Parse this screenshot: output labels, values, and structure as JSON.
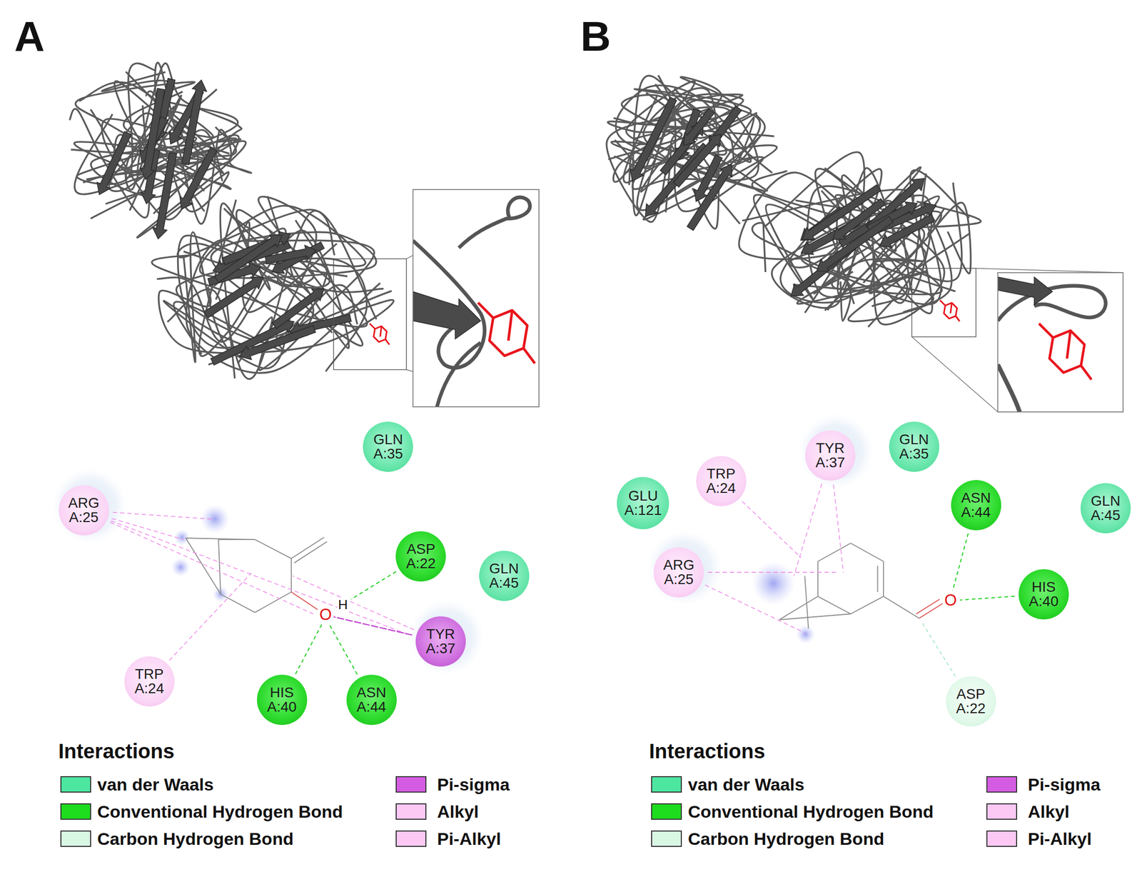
{
  "diagram": {
    "nodes": [
      {
        "text": [
          "GLN A:35"
        ]
      },
      {
        "text": [
          "ARG A:25"
        ]
      },
      {
        "text": [
          "ASP A:22"
        ]
      },
      {
        "text": [
          "GLN A:45"
        ]
      },
      {
        "text": [
          "TYR A:37"
        ]
      },
      {
        "text": [
          "TRP A:24"
        ]
      },
      {
        "text": [
          "HIS A:40"
        ]
      },
      {
        "text": [
          "ASN A:44"
        ]
      },
      {
        "text": [
          "TYR A:37"
        ]
      },
      {
        "text": [
          "GLN A:35"
        ]
      },
      {
        "text": [
          "TRP A:24"
        ]
      },
      {
        "text": [
          "GLU A:121"
        ]
      },
      {
        "text": [
          "ASN A:44"
        ]
      },
      {
        "text": [
          "GLN A:45"
        ]
      },
      {
        "text": [
          "ARG A:25"
        ]
      },
      {
        "text": [
          "HIS A:40"
        ]
      },
      {
        "text": [
          "ASP A:22"
        ]
      }
    ],
    "labels": [
      "A",
      "B",
      "O",
      "H",
      "Interactions",
      "O",
      "Interactions"
    ],
    "legend": [
      {
        "text": "van der Waals",
        "color": "#4de6a0"
      },
      {
        "text": "Conventional Hydrogen Bond",
        "color": "#1edc1e"
      },
      {
        "text": "Carbon Hydrogen Bond",
        "color": "#d8f8e4"
      },
      {
        "text": "Pi-sigma",
        "color": "#d45ce2"
      },
      {
        "text": "Alkyl",
        "color": "#fcc8f4"
      },
      {
        "text": "Pi-Alkyl",
        "color": "#fcc8f4"
      },
      {
        "text": "van der Waals",
        "color": "#4de6a0"
      },
      {
        "text": "Conventional Hydrogen Bond",
        "color": "#1edc1e"
      },
      {
        "text": "Carbon Hydrogen Bond",
        "color": "#d8f8e4"
      },
      {
        "text": "Pi-sigma",
        "color": "#d45ce2"
      },
      {
        "text": "Alkyl",
        "color": "#fcc8f4"
      },
      {
        "text": "Pi-Alkyl",
        "color": "#fcc8f4"
      }
    ]
  }
}
